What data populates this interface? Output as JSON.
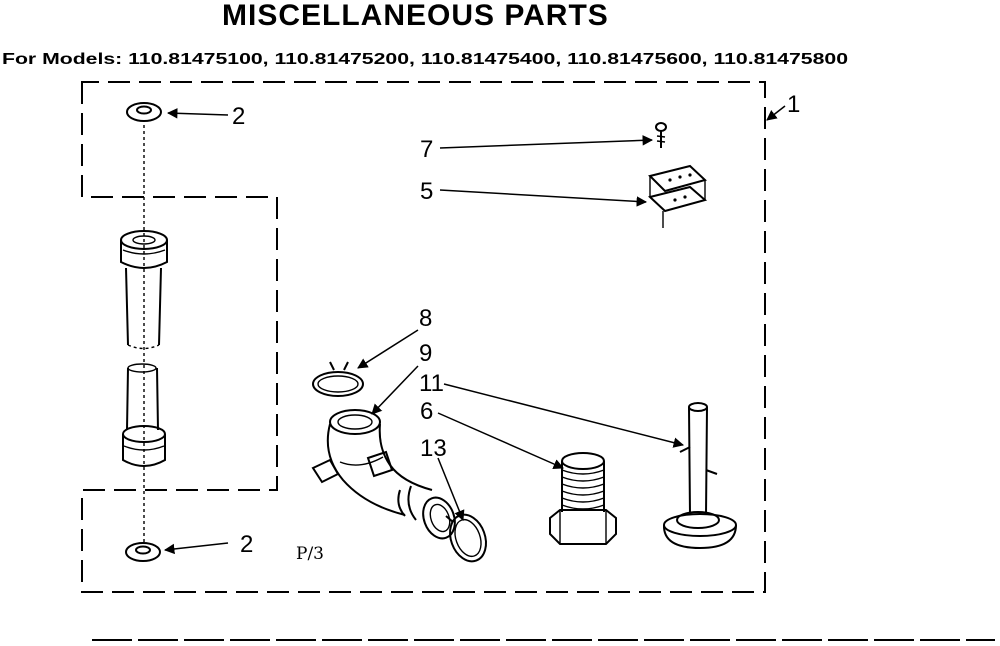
{
  "header": {
    "title": "MISCELLANEOUS PARTS",
    "models_line": "For Models: 110.81475100, 110.81475200, 110.81475400, 110.81475600, 110.81475800"
  },
  "callouts": {
    "c1": "1",
    "c2_top": "2",
    "c2_bottom": "2",
    "c5": "5",
    "c6": "6",
    "c7": "7",
    "c8": "8",
    "c9": "9",
    "c11": "11",
    "c13": "13"
  },
  "page_code": "P/3",
  "ink_color": "#000000",
  "background_color": "#ffffff"
}
